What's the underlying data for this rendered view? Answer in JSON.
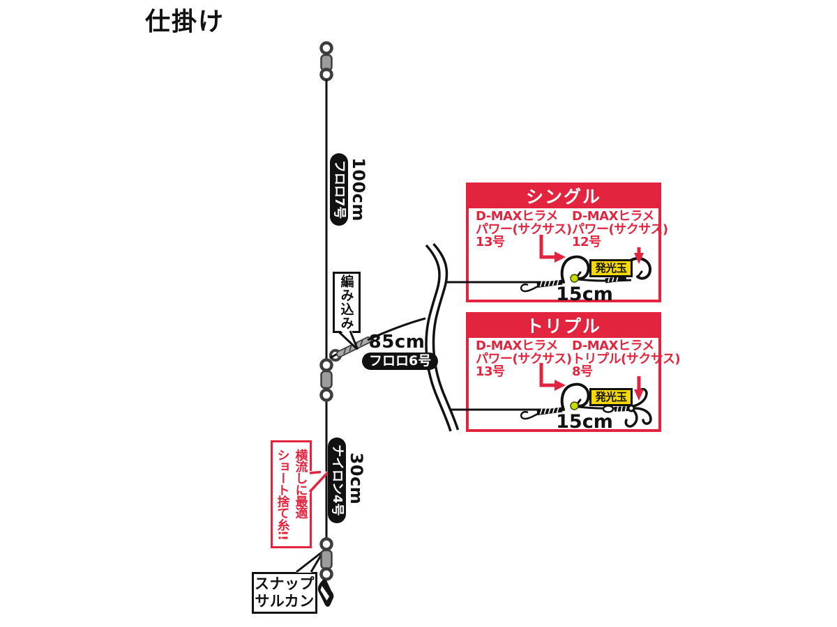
{
  "title": "仕掛け",
  "colors": {
    "accent_red": "#e3243e",
    "badge_yellow": "#f6d900",
    "bead_green": "#c8dc00",
    "line_black": "#111111",
    "metal_gray": "#9c9c9c"
  },
  "main_line": {
    "top_segment": {
      "length": "100cm",
      "line_type": "フロロ7号"
    },
    "branch_segment": {
      "length": "85cm",
      "line_type": "フロロ6号"
    },
    "bottom_segment": {
      "length": "30cm",
      "line_type": "ナイロン4号"
    }
  },
  "braid_callout": "編み込み",
  "warning_callout": {
    "line1": "横流しに最適",
    "line2": "ショート捨て糸!!"
  },
  "snap_callout": {
    "line1": "スナップ",
    "line2": "サルカン"
  },
  "hook_boxes": [
    {
      "id": "single",
      "title": "シングル",
      "left_hook": {
        "name": "D-MAXヒラメ",
        "model": "パワー(サクサス)",
        "size": "13号"
      },
      "right_hook": {
        "name": "D-MAXヒラメ",
        "model": "パワー(サクサス)",
        "size": "12号"
      },
      "bead_label": "発光玉",
      "hook_spacing": "15cm"
    },
    {
      "id": "triple",
      "title": "トリプル",
      "left_hook": {
        "name": "D-MAXヒラメ",
        "model": "パワー(サクサス)",
        "size": "13号"
      },
      "right_hook": {
        "name": "D-MAXヒラメ",
        "model": "トリプル(サクサス)",
        "size": "8号"
      },
      "bead_label": "発光玉",
      "hook_spacing": "15cm"
    }
  ]
}
